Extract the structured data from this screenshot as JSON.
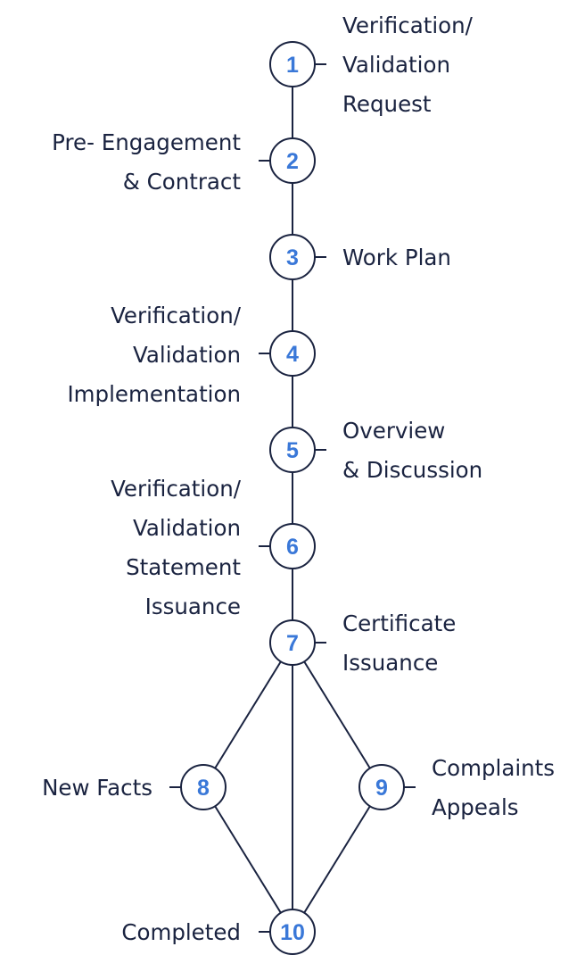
{
  "steps": [
    {
      "id": "1",
      "number": "1",
      "label": [
        "Verification/",
        "Validation",
        "Request"
      ]
    },
    {
      "id": "2",
      "number": "2",
      "label": [
        "Pre- Engagement",
        "& Contract"
      ]
    },
    {
      "id": "3",
      "number": "3",
      "label": [
        "Work Plan"
      ]
    },
    {
      "id": "4",
      "number": "4",
      "label": [
        "Verification/",
        "Validation",
        "Implementation"
      ]
    },
    {
      "id": "5",
      "number": "5",
      "label": [
        "Overview",
        "& Discussion"
      ]
    },
    {
      "id": "6",
      "number": "6",
      "label": [
        "Verification/",
        "Validation",
        "Statement",
        "Issuance"
      ]
    },
    {
      "id": "7",
      "number": "7",
      "label": [
        "Certificate",
        "Issuance"
      ]
    },
    {
      "id": "8",
      "number": "8",
      "label": [
        "New Facts"
      ]
    },
    {
      "id": "9",
      "number": "9",
      "label": [
        "Complaints",
        "Appeals"
      ]
    },
    {
      "id": "10",
      "number": "10",
      "label": [
        "Completed"
      ]
    }
  ],
  "edges": [
    [
      "1",
      "2"
    ],
    [
      "2",
      "3"
    ],
    [
      "3",
      "4"
    ],
    [
      "4",
      "5"
    ],
    [
      "5",
      "6"
    ],
    [
      "6",
      "7"
    ],
    [
      "7",
      "8"
    ],
    [
      "7",
      "9"
    ],
    [
      "7",
      "10"
    ],
    [
      "8",
      "10"
    ],
    [
      "9",
      "10"
    ]
  ],
  "colors": {
    "line": "#1a2340",
    "number": "#3a78d8",
    "text": "#1a2340"
  }
}
